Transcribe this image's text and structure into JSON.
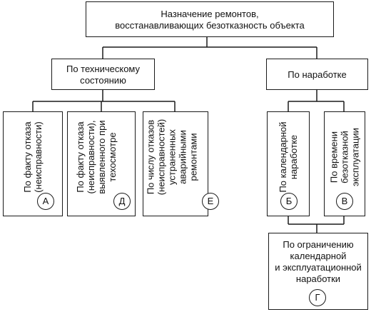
{
  "root": {
    "line1": "Назначение ремонтов,",
    "line2": "восстанавливающих безотказность объекта"
  },
  "branch_condition": {
    "line1": "По техническому",
    "line2": "состоянию"
  },
  "branch_operating": {
    "line1": "По наработке"
  },
  "leaf_a": {
    "line1": "По факту отказа",
    "line2": "(неисправности)",
    "marker": "А"
  },
  "leaf_d": {
    "line1": "По факту отказа",
    "line2": "(неисправности),",
    "line3": "выявленного при",
    "line4": "техосмотре",
    "marker": "Д"
  },
  "leaf_e": {
    "line1": "По числу отказов",
    "line2": "(неисправностей)",
    "line3": "устраненных",
    "line4": "аварийными",
    "line5": "ремонтами",
    "marker": "Е"
  },
  "leaf_b": {
    "line1": "По календарной",
    "line2": "наработке",
    "marker": "Б"
  },
  "leaf_v": {
    "line1": "По времени",
    "line2": "безотказной",
    "line3": "эксплуатации",
    "marker": "В"
  },
  "bottom": {
    "line1": "По ограничению",
    "line2": "календарной",
    "line3": "и эксплуатационной",
    "line4": "наработки",
    "marker": "Г"
  }
}
